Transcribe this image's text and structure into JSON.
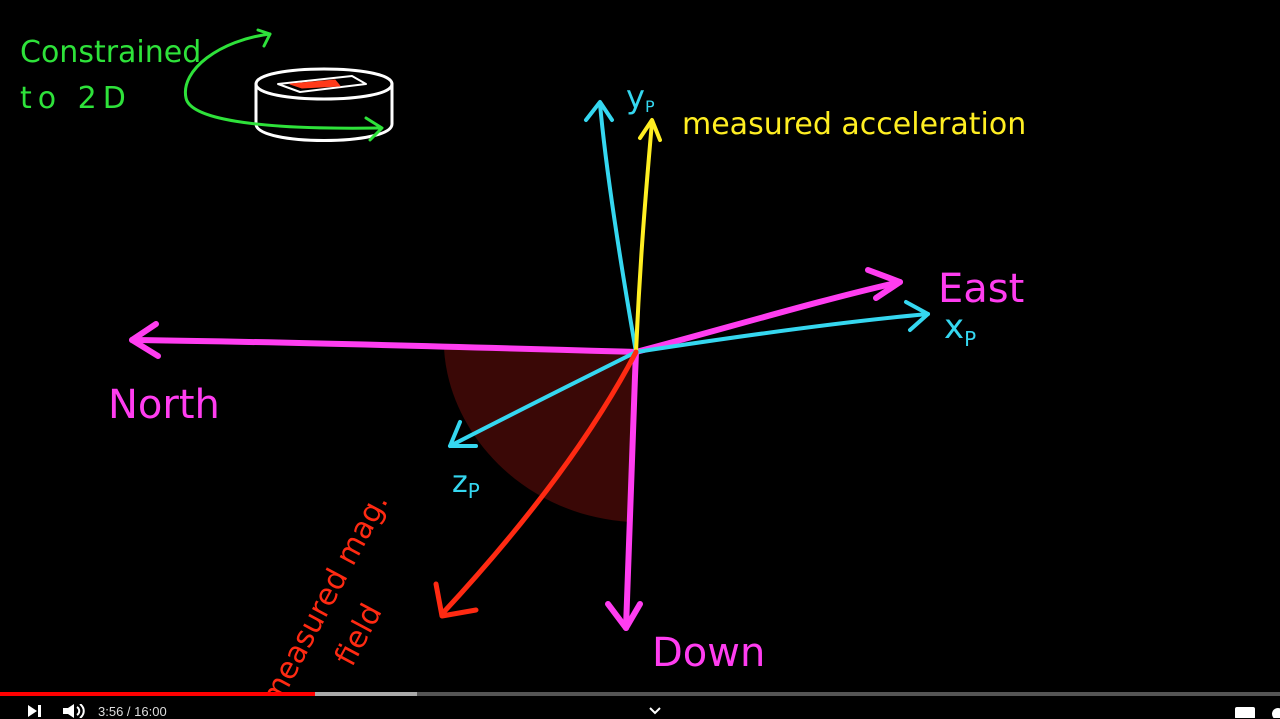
{
  "video": {
    "labels": {
      "constrained_line1": "Constrained",
      "constrained_line2": "to 2D",
      "y_axis": "y",
      "y_sub": "P",
      "measured_acceleration": "measured acceleration",
      "east": "East",
      "x_axis": "x",
      "x_sub": "P",
      "north": "North",
      "z_axis": "z",
      "z_sub": "P",
      "measured_mag_line1": "measured mag.",
      "measured_mag_line2": "field",
      "down": "Down"
    },
    "colors": {
      "magenta": "#ff3df0",
      "cyan": "#35d7f0",
      "yellow": "#ffee22",
      "red": "#ff2a12",
      "green": "#2ee23a",
      "white": "#ffffff",
      "shade": "#3a0806"
    }
  },
  "player": {
    "time_display": "3:56 / 16:00",
    "progress_fraction": 0.246,
    "buffered_fraction": 0.326,
    "icons": [
      "next-icon",
      "volume-icon",
      "chevron-down-icon",
      "captions-icon",
      "settings-icon"
    ]
  }
}
